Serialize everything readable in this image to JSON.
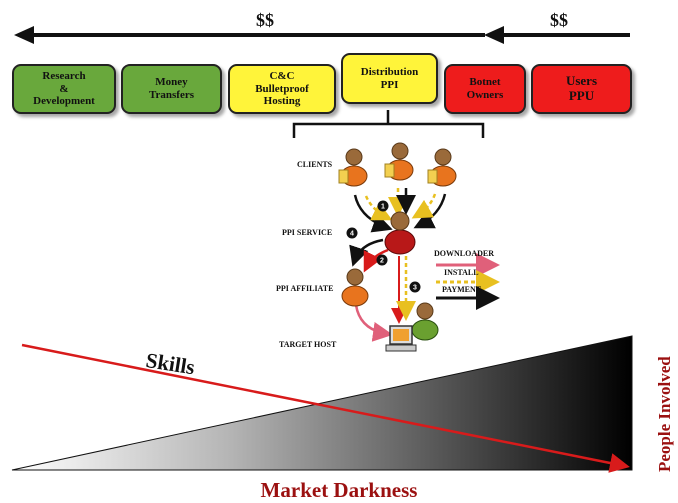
{
  "top_arrows": {
    "left_label": "$$",
    "right_label": "$$"
  },
  "boxes": [
    {
      "label": "Research\n&\nDevelopment",
      "color": "#69a83c"
    },
    {
      "label": "Money\nTransfers",
      "color": "#69a83c"
    },
    {
      "label": "C&C\nBulletproof\nHosting",
      "color": "#fff43a"
    },
    {
      "label": "Distribution\nPPI",
      "color": "#fff43a"
    },
    {
      "label": "Botnet\nOwners",
      "color": "#ee1c1c"
    },
    {
      "label": "Users\nPPU",
      "color": "#ee1c1c"
    }
  ],
  "roles": {
    "clients": "CLIENTS",
    "ppi_service": "PPI SERVICE",
    "ppi_affiliate": "PPI AFFILIATE",
    "target_host": "TARGET HOST"
  },
  "steps": [
    "1",
    "2",
    "3",
    "4"
  ],
  "legend": {
    "downloader": "DOWNLOADER",
    "install": "INSTALL",
    "payment": "PAYMENT",
    "downloader_color": "#e0607a",
    "install_color": "#e8c020",
    "payment_color": "#111111"
  },
  "bottom": {
    "skills": "Skills",
    "market_darkness": "Market Darkness",
    "people_involved": "People Involved"
  }
}
